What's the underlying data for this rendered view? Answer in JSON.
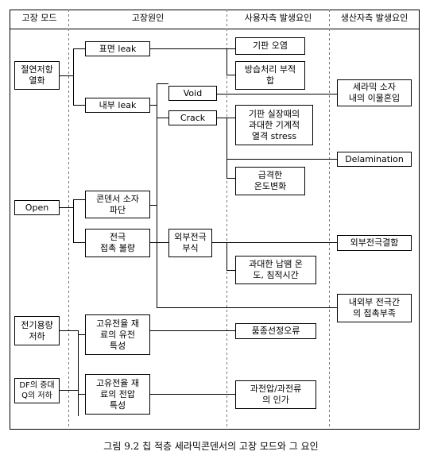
{
  "headers": [
    "고장 모드",
    "고장원인",
    "사용자측 발생요인",
    "생산자측 발생요인"
  ],
  "modes": {
    "insulation": "절연저항\n열화",
    "open": "Open",
    "capacity": "전기용량\n저하",
    "df": "DF의 증대\nQ의 저하"
  },
  "causes": {
    "surface_leak": "표면 leak",
    "internal_leak": "내부 leak",
    "void": "Void",
    "crack": "Crack",
    "element_break": "콘덴서 소자\n파단",
    "electrode_contact": "전극\n접촉 불량",
    "external_corrosion": "외부전극\n부식",
    "dielectric_property": "고유전율 재\n료의 유전\n특성",
    "voltage_property": "고유전율 재\n료의 전압\n특성"
  },
  "user_factors": {
    "board_contamination": "기판 오염",
    "moisture": "방습처리 부적\n합",
    "mechanical_stress": "기판 실장때의\n과대한 기계적\n열격 stress",
    "temp_change": "급격한\n온도변화",
    "solder": "과대한 납땜 온\n도, 침적시간",
    "model_selection": "품종선정오류",
    "overvoltage": "과전압/과전류\n의 인가"
  },
  "producer_factors": {
    "ceramic_impurity": "세라믹 소자\n내의 이물혼입",
    "delamination": "Delamination",
    "external_electrode_defect": "외부전극결함",
    "electrode_contact_lack": "내외부 전극간\n의 접촉부족"
  },
  "caption": "그림 9.2 칩 적층 세라믹콘덴서의 고장 모드와 그 요인"
}
